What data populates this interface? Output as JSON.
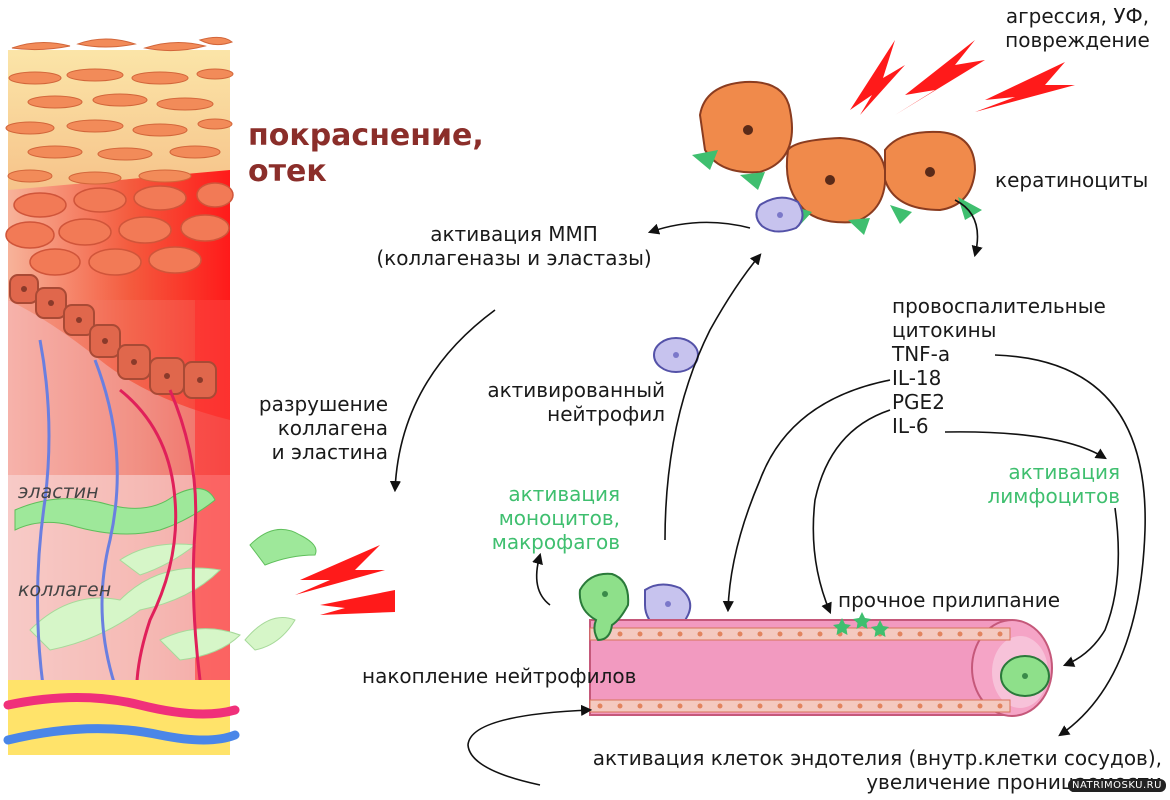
{
  "labels": {
    "redness": [
      "покраснение,",
      "отек"
    ],
    "aggression": [
      "агрессия, УФ,",
      "повреждение"
    ],
    "keratinocytes": "кератиноциты",
    "mmp_activation": [
      "активация ММП",
      "(коллагеназы и эластазы)"
    ],
    "collagen_destruction": [
      "разрушение",
      "коллагена",
      "и эластина"
    ],
    "activated_neutrophil": [
      "активированный",
      "нейтрофил"
    ],
    "cytokines_title": [
      "провоспалительные",
      "цитокины"
    ],
    "cytokines": [
      "TNF-a",
      "IL-18",
      "PGE2",
      "IL-6"
    ],
    "monocyte_activation": [
      "активация",
      "моноцитов,",
      "макрофагов"
    ],
    "lymphocyte_activation": [
      "активация",
      "лимфоцитов"
    ],
    "strong_adhesion": "прочное прилипание",
    "neutrophil_accumulation": "накопление нейтрофилов",
    "endothelium_activation": [
      "активация клеток эндотелия (внутр.клетки сосудов),",
      "увеличение проницаемости"
    ],
    "elastin": "эластин",
    "collagen": "коллаген",
    "watermark": "NATRIMOSKU.RU"
  },
  "colors": {
    "label_green": "#3fbf6f",
    "label_maroon": "#8b2e2a",
    "keratinocyte": "#f08a4b",
    "neutrophil": "#c7c3ee",
    "monocyte": "#8ee08a",
    "vessel": "#f29ac0",
    "lightning": "#ff1a1a"
  }
}
